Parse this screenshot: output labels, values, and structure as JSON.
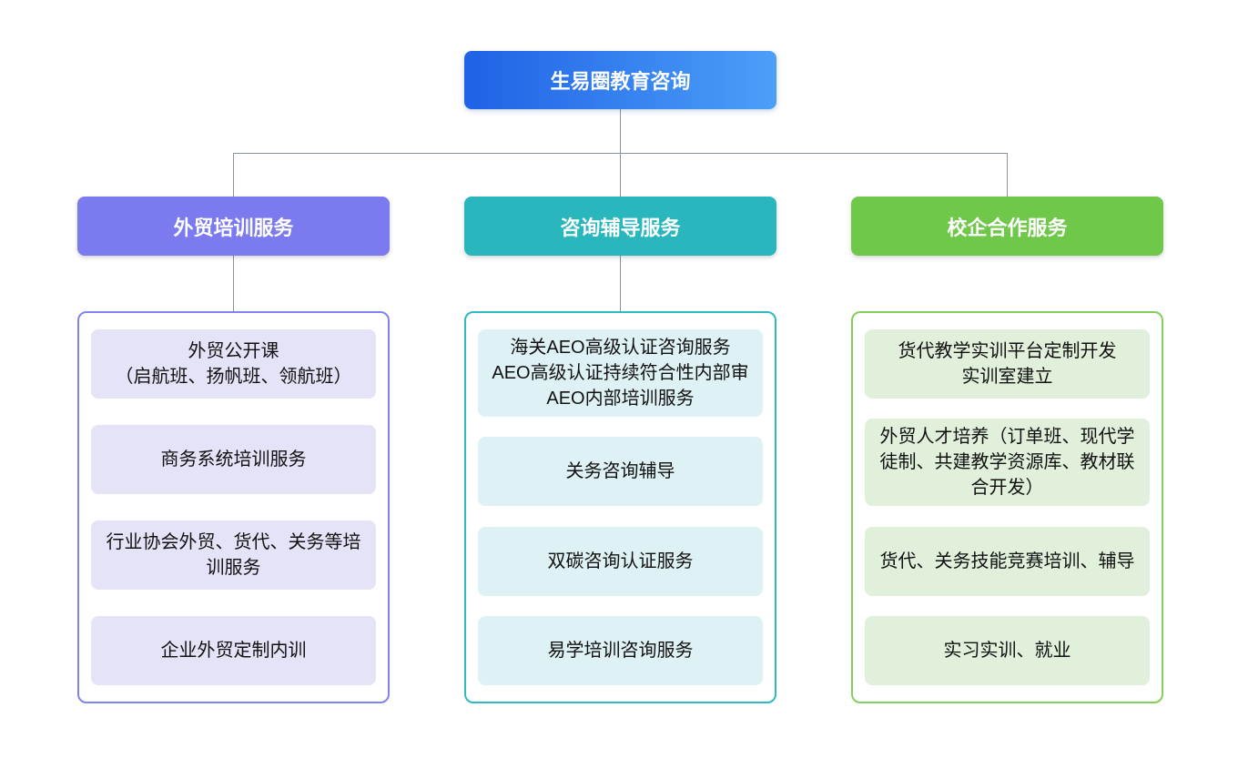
{
  "root": {
    "label": "生易圈教育咨询",
    "gradient_from": "#1f62e6",
    "gradient_to": "#4c9ff8"
  },
  "connector_color": "#8a9299",
  "branches": [
    {
      "label": "外贸培训服务",
      "header_color": "#7b7bef",
      "border_color": "#8282f1",
      "item_bg": "#e5e3f8",
      "items": [
        "外贸公开课\n（启航班、扬帆班、领航班）",
        "商务系统培训服务",
        "行业协会外贸、货代、关务等培训服务",
        "企业外贸定制内训"
      ]
    },
    {
      "label": "咨询辅导服务",
      "header_color": "#29b6bd",
      "border_color": "#2fb9c2",
      "item_bg": "#def1f4",
      "items": [
        "海关AEO高级认证咨询服务\nAEO高级认证持续符合性内部审\nAEO内部培训服务",
        "关务咨询辅导",
        "双碳咨询认证服务",
        "易学培训咨询服务"
      ]
    },
    {
      "label": "校企合作服务",
      "header_color": "#70c84b",
      "border_color": "#84cf5c",
      "item_bg": "#e0f0db",
      "items": [
        "货代教学实训平台定制开发\n实训室建立",
        "外贸人才培养（订单班、现代学徒制、共建教学资源库、教材联合开发）",
        "货代、关务技能竞赛培训、辅导",
        "实习实训、就业"
      ]
    }
  ]
}
